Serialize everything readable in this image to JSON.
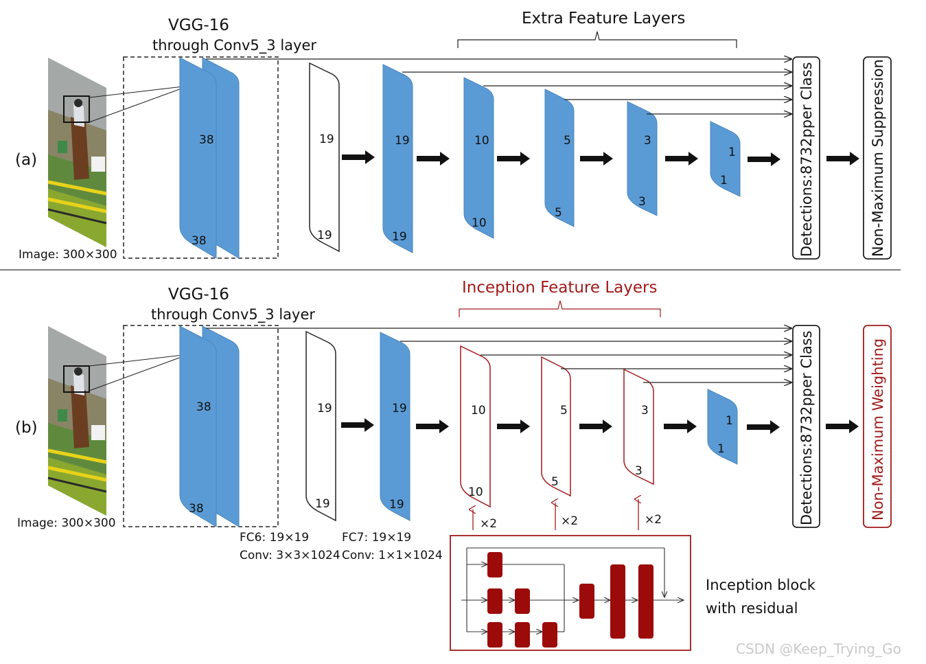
{
  "panel_a": {
    "tag": "(a)",
    "backbone_title": "VGG-16",
    "backbone_subtitle": "through Conv5_3 layer",
    "image_label": "Image: 300×300",
    "bracket_title": "Extra Feature Layers",
    "vgg_top": "38",
    "vgg_bottom": "38",
    "fc6_top": "19",
    "fc6_bottom": "19",
    "fc7_top": "19",
    "fc7_bottom": "19",
    "l1_top": "10",
    "l1_bottom": "10",
    "l2_top": "5",
    "l2_bottom": "5",
    "l3_top": "3",
    "l3_bottom": "3",
    "l4_top": "1",
    "l4_bottom": "1",
    "detections": "Detections:8732pper Class",
    "nms": "Non-Maximum Suppression"
  },
  "panel_b": {
    "tag": "(b)",
    "backbone_title": "VGG-16",
    "backbone_subtitle": "through Conv5_3 layer",
    "image_label": "Image: 300×300",
    "bracket_title": "Inception Feature Layers",
    "vgg_top": "38",
    "vgg_bottom": "38",
    "fc6_top": "19",
    "fc6_bottom": "19",
    "fc7_top": "19",
    "fc7_bottom": "19",
    "l1_top": "10",
    "l1_bottom": "10",
    "l2_top": "5",
    "l2_bottom": "5",
    "l3_top": "3",
    "l3_bottom": "3",
    "l4_top": "1",
    "l4_bottom": "1",
    "repeat": "×2",
    "fc6_caption_1": "FC6: 19×19",
    "fc6_caption_2": "Conv: 3×3×1024",
    "fc7_caption_1": "FC7: 19×19",
    "fc7_caption_2": "Conv: 1×1×1024",
    "inception_caption_1": "Inception block",
    "inception_caption_2": "with residual",
    "detections": "Detections:8732pper Class",
    "nmw": "Non-Maximum Weighting"
  },
  "watermark": "CSDN @Keep_Trying_Go",
  "colors": {
    "feature_blue": "#5b9bd5",
    "feature_blue_stroke": "#4a86bd",
    "inception_red": "#a01a1a",
    "inception_fill": "#9c0a0a"
  }
}
